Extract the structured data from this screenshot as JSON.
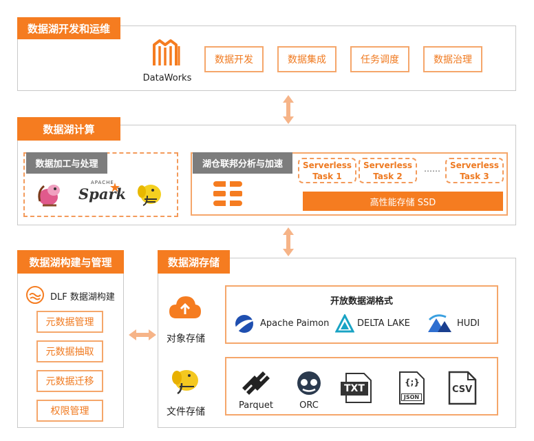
{
  "devops": {
    "title": "数据湖开发和运维",
    "product": "DataWorks",
    "buttons": [
      "数据开发",
      "数据集成",
      "任务调度",
      "数据治理"
    ]
  },
  "compute": {
    "title": "数据湖计算",
    "processing": {
      "title": "数据加工与处理",
      "spark_logo": "Spark",
      "spark_small": "APACHE"
    },
    "federation": {
      "title": "湖仓联邦分析与加速",
      "tasks": [
        {
          "line1": "Serverless",
          "line2": "Task 1"
        },
        {
          "line1": "Serverless",
          "line2": "Task 2"
        },
        {
          "line1": "Serverless",
          "line2": "Task 3"
        }
      ],
      "dots": "……",
      "storage_bar": "高性能存储 SSD"
    }
  },
  "management": {
    "title": "数据湖构建与管理",
    "dlf_label": "DLF 数据湖构建",
    "items": [
      "元数据管理",
      "元数据抽取",
      "元数据迁移",
      "权限管理"
    ]
  },
  "storage": {
    "title": "数据湖存储",
    "object_storage": "对象存储",
    "file_storage": "文件存储",
    "open_formats": {
      "title": "开放数据湖格式",
      "items": [
        "Apache Paimon",
        "DELTA LAKE",
        "HUDI"
      ]
    },
    "file_formats": {
      "parquet": "Parquet",
      "orc": "ORC",
      "txt": "TXT",
      "json": "JSON",
      "json_glyph": "{;}",
      "csv": "CSV"
    }
  },
  "colors": {
    "accent_orange": "#f57c20",
    "light_orange": "#f5a66a",
    "gray_tab": "#7d7d7d",
    "border_gray": "#c8c8c8"
  }
}
